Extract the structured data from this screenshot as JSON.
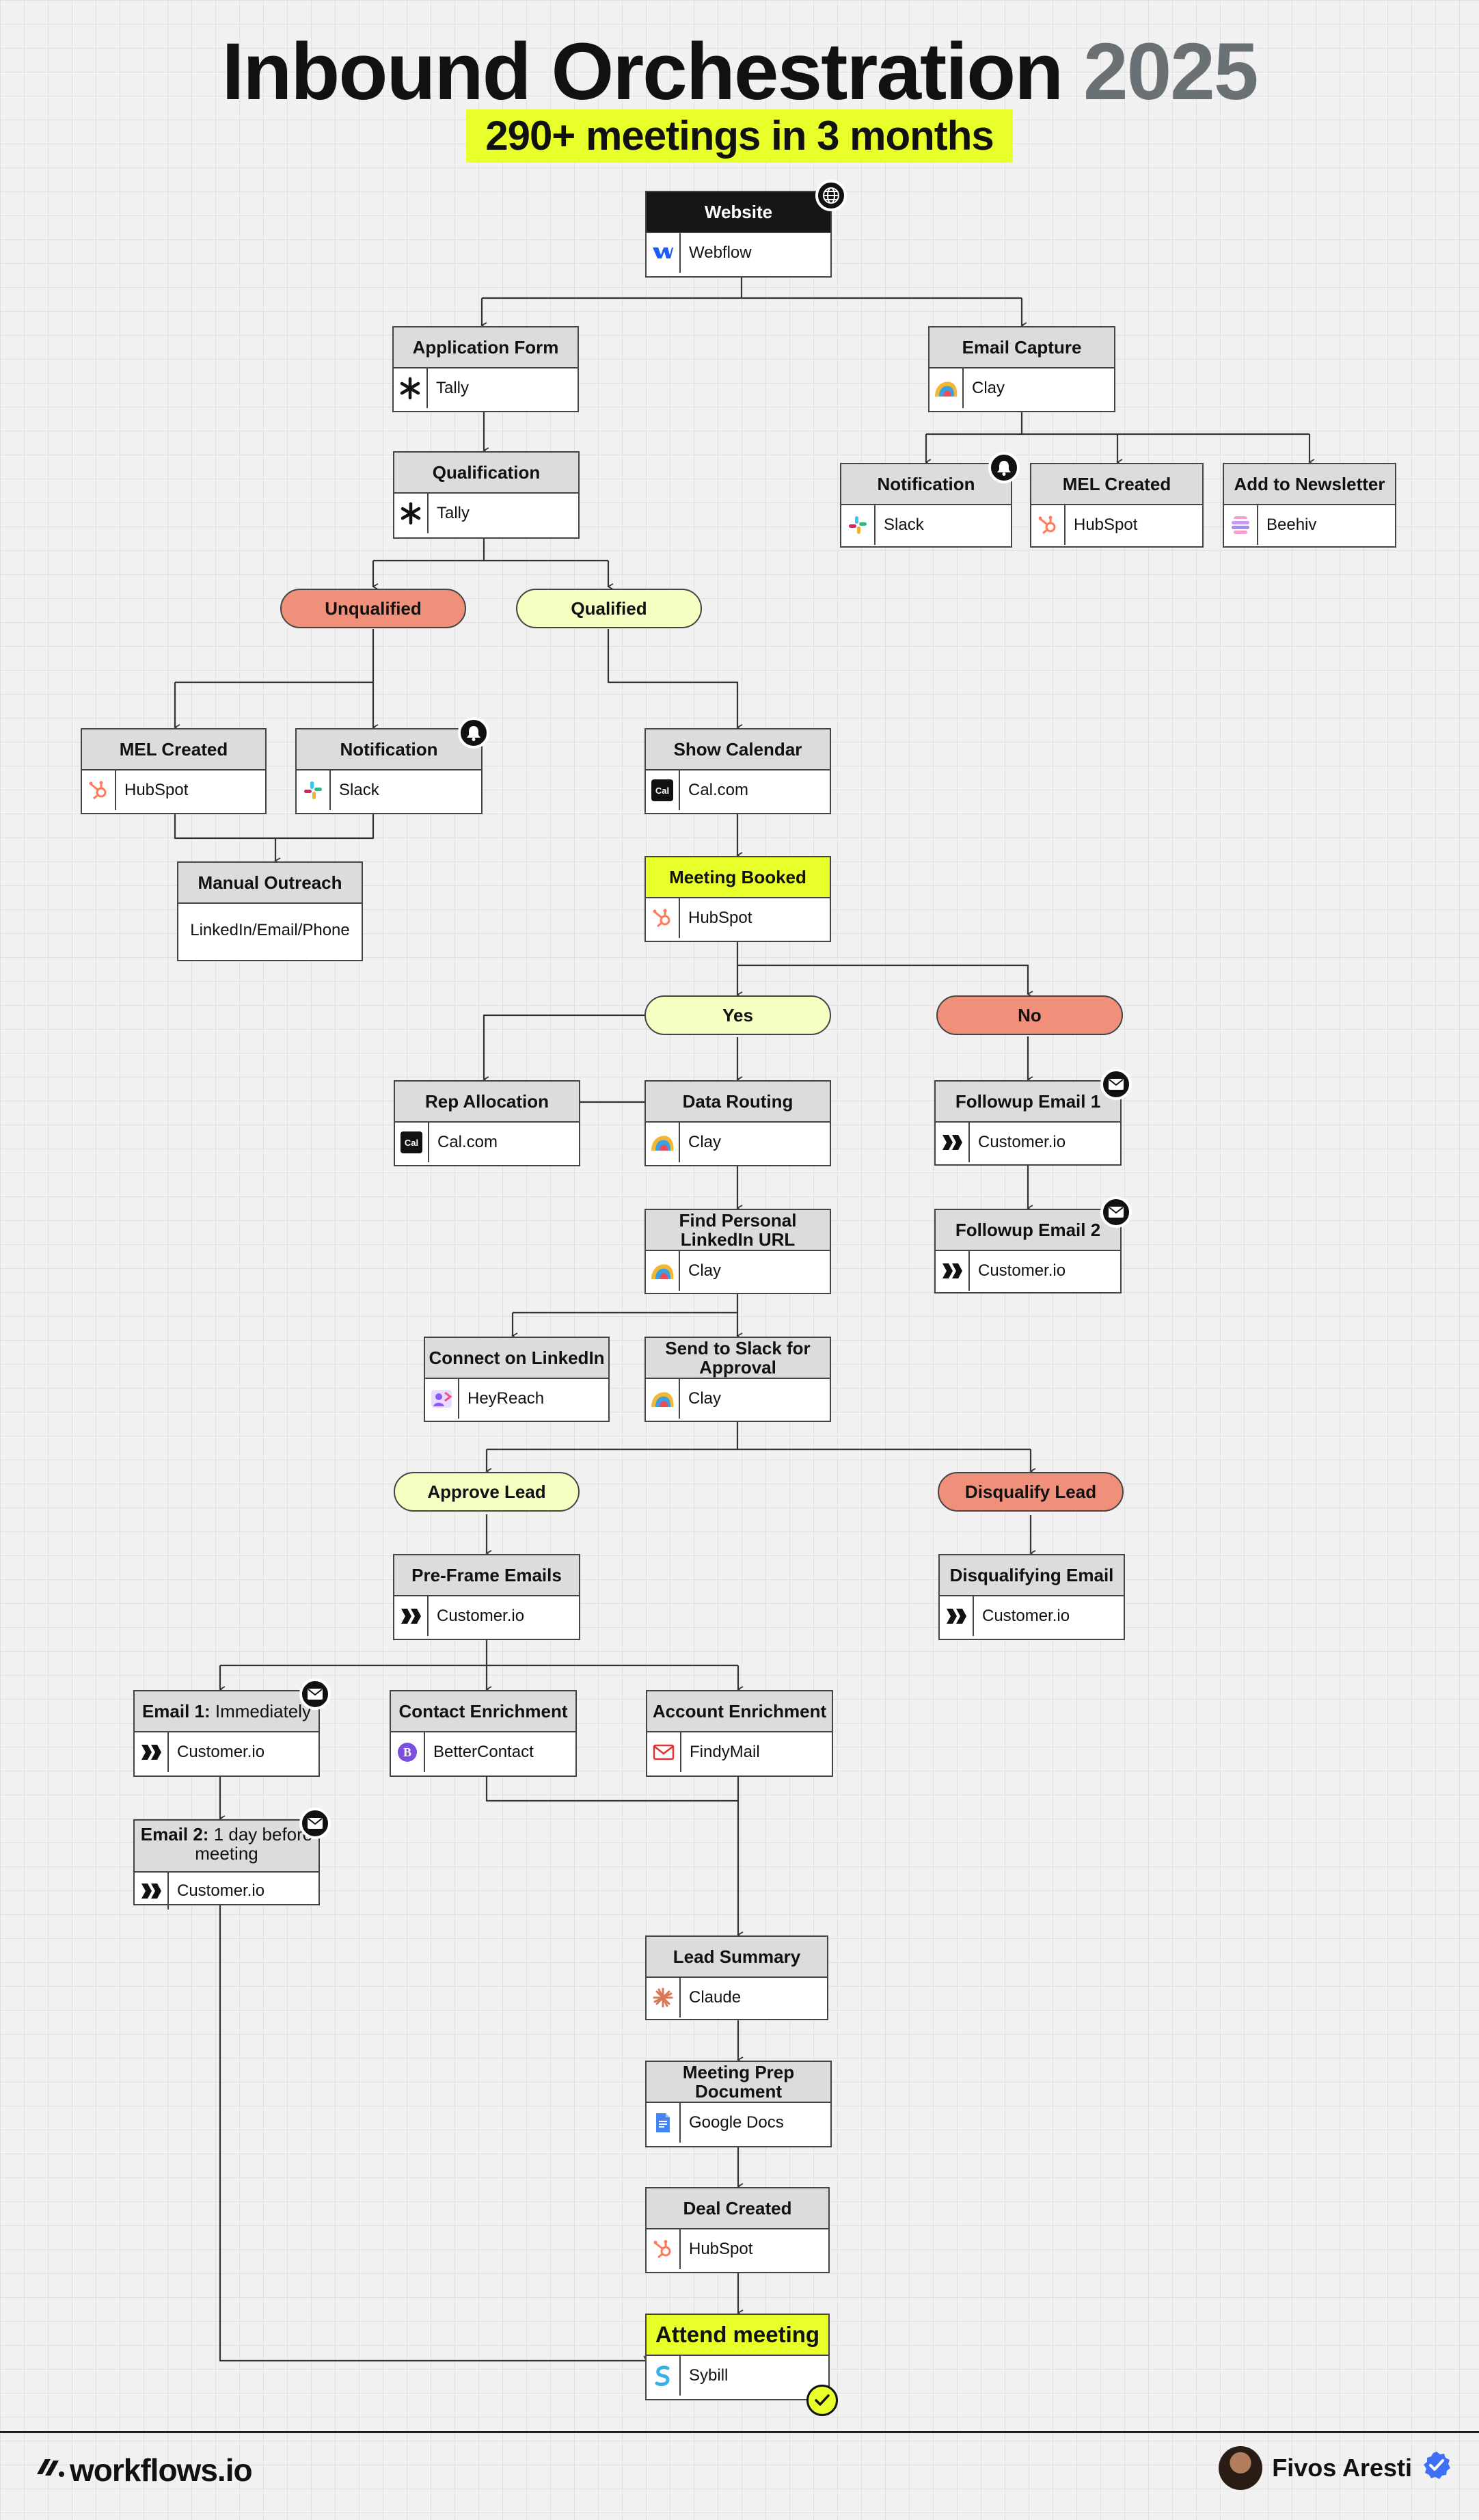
{
  "header": {
    "title": "Inbound Orchestration",
    "year": "2025",
    "subtitle": "290+ meetings in 3 months"
  },
  "nodes": {
    "website": {
      "title": "Website",
      "tool": "Webflow",
      "badge": "globe-icon"
    },
    "application_form": {
      "title": "Application Form",
      "tool": "Tally"
    },
    "email_capture": {
      "title": "Email Capture",
      "tool": "Clay"
    },
    "qualification": {
      "title": "Qualification",
      "tool": "Tally"
    },
    "notification_top": {
      "title": "Notification",
      "tool": "Slack",
      "badge": "bell-icon"
    },
    "mel_created_top": {
      "title": "MEL Created",
      "tool": "HubSpot"
    },
    "add_newsletter": {
      "title": "Add to Newsletter",
      "tool": "Beehiv"
    },
    "mel_created_left": {
      "title": "MEL Created",
      "tool": "HubSpot"
    },
    "notification_left": {
      "title": "Notification",
      "tool": "Slack",
      "badge": "bell-icon"
    },
    "show_calendar": {
      "title": "Show Calendar",
      "tool": "Cal.com"
    },
    "manual_outreach": {
      "title": "Manual Outreach",
      "tool": "LinkedIn/Email/Phone"
    },
    "meeting_booked": {
      "title": "Meeting Booked",
      "tool": "HubSpot"
    },
    "rep_allocation": {
      "title": "Rep Allocation",
      "tool": "Cal.com"
    },
    "data_routing": {
      "title": "Data Routing",
      "tool": "Clay"
    },
    "followup_email_1": {
      "title": "Followup Email 1",
      "tool": "Customer.io",
      "badge": "mail-icon"
    },
    "find_linkedin": {
      "title": "Find Personal LinkedIn URL",
      "tool": "Clay"
    },
    "followup_email_2": {
      "title": "Followup Email 2",
      "tool": "Customer.io",
      "badge": "mail-icon"
    },
    "connect_linkedin": {
      "title": "Connect on LinkedIn",
      "tool": "HeyReach"
    },
    "send_slack": {
      "title": "Send to Slack for Approval",
      "tool": "Clay"
    },
    "preframe_emails": {
      "title": "Pre-Frame Emails",
      "tool": "Customer.io"
    },
    "disqualifying_email": {
      "title": "Disqualifying Email",
      "tool": "Customer.io"
    },
    "email_1": {
      "title_bold": "Email 1:",
      "title_rest": " Immediately",
      "tool": "Customer.io",
      "badge": "mail-icon"
    },
    "contact_enrichment": {
      "title": "Contact Enrichment",
      "tool": "BetterContact"
    },
    "account_enrichment": {
      "title": "Account Enrichment",
      "tool": "FindyMail"
    },
    "email_2": {
      "title_bold": "Email 2:",
      "title_rest": " 1 day before meeting",
      "tool": "Customer.io",
      "badge": "mail-icon"
    },
    "lead_summary": {
      "title": "Lead Summary",
      "tool": "Claude"
    },
    "meeting_prep": {
      "title": "Meeting Prep Document",
      "tool": "Google Docs"
    },
    "deal_created": {
      "title": "Deal Created",
      "tool": "HubSpot"
    },
    "attend_meeting": {
      "title": "Attend meeting",
      "tool": "Sybill",
      "badge": "check-icon"
    }
  },
  "decisions": {
    "unqualified": "Unqualified",
    "qualified": "Qualified",
    "yes": "Yes",
    "no": "No",
    "approve_lead": "Approve Lead",
    "disqualify_lead": "Disqualify Lead"
  },
  "colors": {
    "accent_lime": "#e8ff2a",
    "decision_red": "#f0907b",
    "decision_yellow": "#f4ffc2",
    "header_gray": "#dcdcdc",
    "year_gray": "#6a7174"
  },
  "footer": {
    "brand": "workflows.io",
    "author": "Fivos Aresti"
  }
}
